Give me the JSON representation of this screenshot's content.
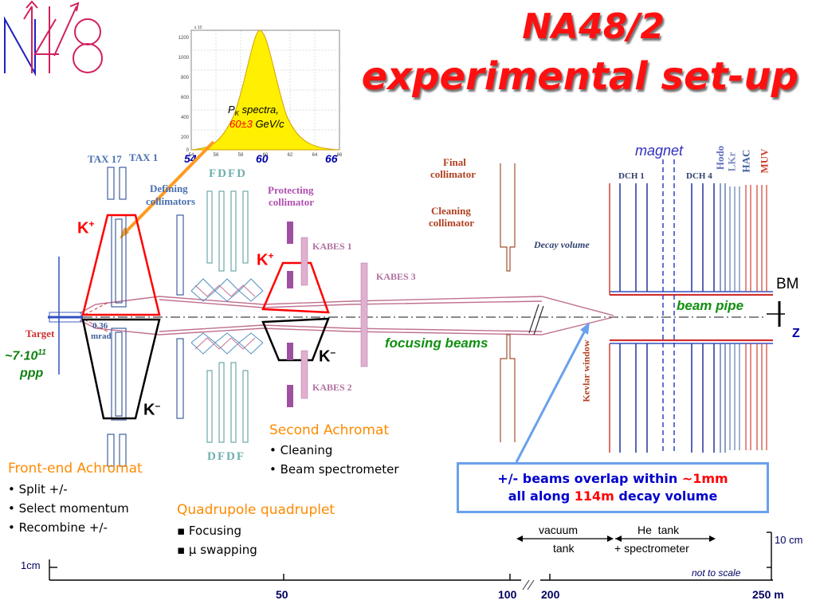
{
  "title": {
    "line1": "NA48/2",
    "line2": "experimental set-up"
  },
  "logo": {
    "text": "NA48"
  },
  "spectrum_plot": {
    "y_exponent": "x 10",
    "y_ticks": [
      "1200",
      "1000",
      "800",
      "600",
      "400",
      "200",
      "0"
    ],
    "x_ticks": [
      "54",
      "56",
      "58",
      "60",
      "62",
      "64",
      "66"
    ],
    "bottom_labels": [
      "54",
      "60",
      "66"
    ],
    "caption_prefix": "P",
    "caption_sub": "K",
    "caption_rest": " spectra,",
    "caption_value": "60±3",
    "caption_unit": " GeV/c"
  },
  "component_labels": {
    "tax17": "TAX 17",
    "tax1": "TAX 1",
    "defining": "Defining",
    "collimators": "collimators",
    "fdfd": "FDFD",
    "dfdf": "DFDF",
    "protecting": "Protecting",
    "collimator": "collimator",
    "kabes1": "KABES 1",
    "kabes2": "KABES 2",
    "kabes3": "KABES 3",
    "final1": "Final",
    "final2": "collimator",
    "cleaning1": "Cleaning",
    "cleaning2": "collimator",
    "decay_volume": "Decay volume",
    "kevlar": "Kevlar window",
    "dch1": "DCH 1",
    "dch4": "DCH 4",
    "hodo": "Hodo",
    "lkr": "LKr",
    "hac": "HAC",
    "muv": "MUV",
    "magnet": "magnet",
    "target": "Target",
    "mrad1": "0.36",
    "mrad2": "mrad"
  },
  "beam_labels": {
    "kplus1": "K",
    "kplus2": "K",
    "kminus1": "K",
    "kminus2": "K",
    "plus": "+",
    "minus": "–",
    "ppp_value": "~7·10",
    "ppp_exp": "11",
    "ppp_unit": "ppp",
    "beam_pipe": "beam pipe",
    "focusing": "focusing beams",
    "bm": "BM",
    "z": "Z"
  },
  "front_end": {
    "title": "Front-end Achromat",
    "items": [
      "• Split +/-",
      "• Select momentum",
      "• Recombine +/-"
    ]
  },
  "second": {
    "title": "Second Achromat",
    "items": [
      "• Cleaning",
      "• Beam spectrometer"
    ]
  },
  "quad": {
    "title": "Quadrupole quadruplet",
    "items": [
      "▪ Focusing",
      "▪ μ swapping"
    ]
  },
  "overlap": {
    "line1_a": "+/- beams overlap within ",
    "line1_b": "~1mm",
    "line2_a": "all along ",
    "line2_b": "114m",
    "line2_c": " decay volume"
  },
  "scale": {
    "vacuum1": "vacuum",
    "vacuum2": "tank",
    "he1": "He  tank",
    "he2": "+ spectrometer",
    "ten_cm": "10 cm",
    "one_cm": "1cm",
    "not_to_scale": "not to scale",
    "ticks": [
      "50",
      "100",
      "200",
      "250 m"
    ]
  }
}
